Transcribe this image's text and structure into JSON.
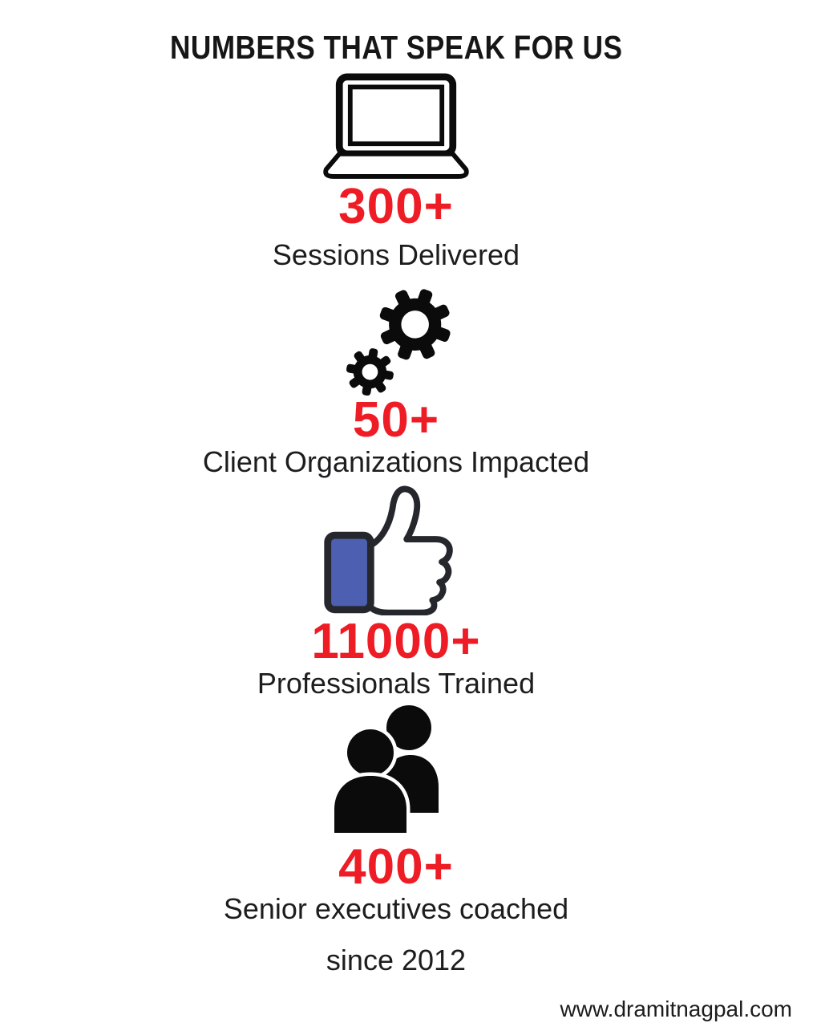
{
  "title": "NUMBERS THAT SPEAK FOR US",
  "stats": [
    {
      "icon": "laptop-icon",
      "value": "300+",
      "label": "Sessions Delivered"
    },
    {
      "icon": "gears-icon",
      "value": "50+",
      "label": "Client Organizations Impacted"
    },
    {
      "icon": "thumbs-up-icon",
      "value": "11000+",
      "label": "Professionals Trained"
    },
    {
      "icon": "people-icon",
      "value": "400+",
      "label": "Senior executives coached",
      "label_line2": "since 2012"
    }
  ],
  "footer": {
    "website": "www.dramitnagpal.com"
  },
  "colors": {
    "accent_red": "#EE1C25",
    "text_dark": "#1D1D1F",
    "thumb_blue": "#4C5FB0",
    "icon_black": "#0B0B0B",
    "background": "#FFFFFF"
  }
}
